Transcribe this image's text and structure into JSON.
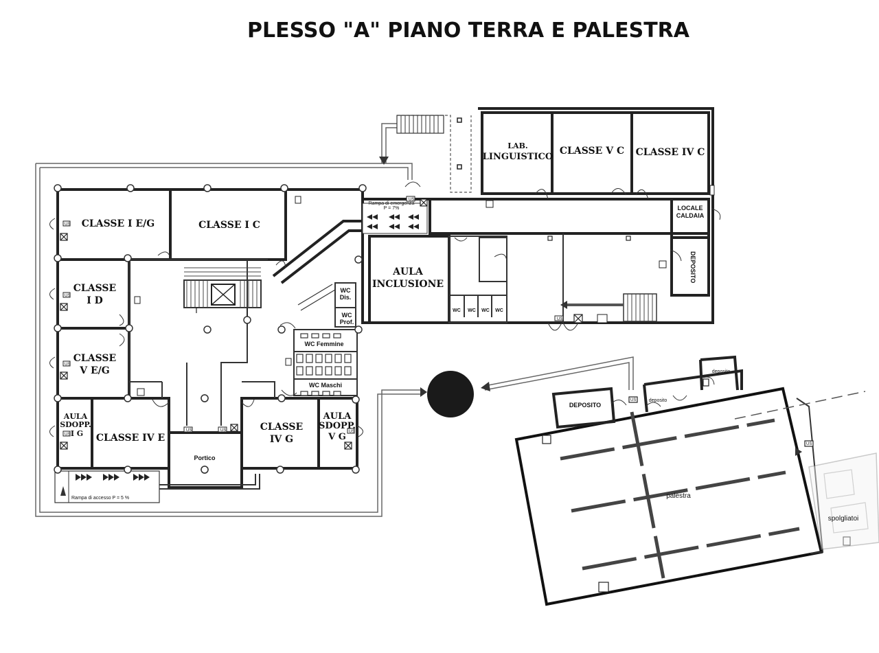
{
  "title": "PLESSO \"A\"   PIANO TERRA E PALESTRA",
  "rooms": {
    "lab_1": "LAB.",
    "lab_2": "LINGUISTICO",
    "classe_vc": "CLASSE V C",
    "classe_ivc": "CLASSE IV C",
    "classe_ieg": "CLASSE I E/G",
    "classe_ic": "CLASSE I C",
    "classe_id_1": "CLASSE",
    "classe_id_2": "I D",
    "classe_veg_1": "CLASSE",
    "classe_veg_2": "V E/G",
    "aula_sdopp_ig_1": "AULA",
    "aula_sdopp_ig_2": "SDOPP.",
    "aula_sdopp_ig_3": "I G",
    "classe_ive": "CLASSE IV E",
    "classe_ivg_1": "CLASSE",
    "classe_ivg_2": "IV G",
    "aula_sdopp_vg_1": "AULA",
    "aula_sdopp_vg_2": "SDOPP.",
    "aula_sdopp_vg_3": "V G",
    "aula_inclusione_1": "AULA",
    "aula_inclusione_2": "INCLUSIONE",
    "locale_caldaia_1": "LOCALE",
    "locale_caldaia_2": "CALDAIA",
    "deposito_v": "DEPOSITO",
    "wc_dis_1": "WC",
    "wc_dis_2": "Dis.",
    "wc_prof_1": "WC",
    "wc_prof_2": "Prof.",
    "wc_femmine": "WC Femmine",
    "wc_maschi": "WC Maschi",
    "wc": "WC",
    "portico": "Portico",
    "rampa_p5": "Rampa di accesso P = 5 %",
    "rampa_top_1": "Rampa di emergenza",
    "rampa_top_2": "P = 7%",
    "deposito_gym": "DEPOSITO",
    "deposito_small_1": "deposito",
    "deposito_small_2": "deposito",
    "palestra": "palestra",
    "spogliatoi": "spolgliatoi",
    "exit_sign": "US"
  }
}
